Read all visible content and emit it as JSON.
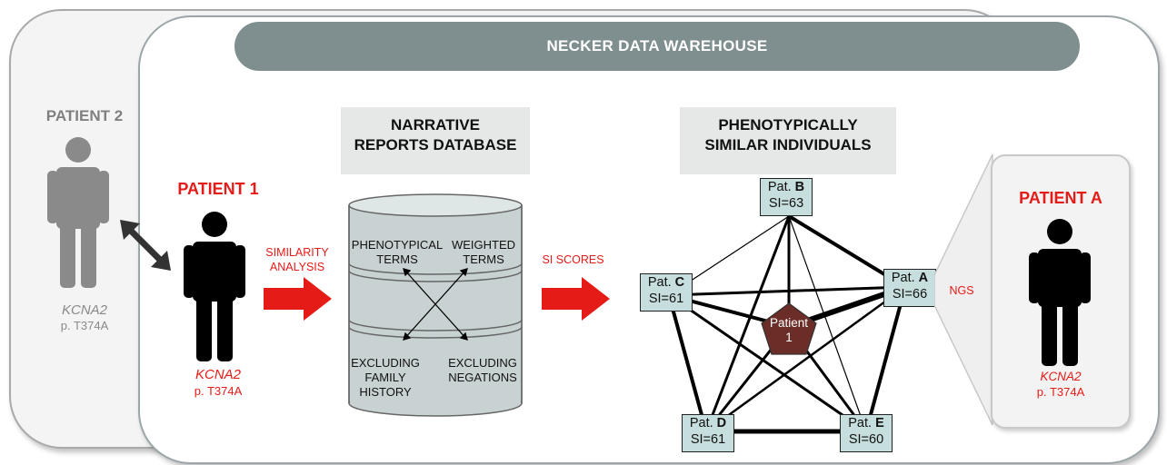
{
  "banner": {
    "title": "NECKER DATA WAREHOUSE"
  },
  "patient2": {
    "label": "PATIENT 2",
    "gene": "KCNA2",
    "mutation": "p. T374A"
  },
  "patient1": {
    "label": "PATIENT 1",
    "gene": "KCNA2",
    "mutation": "p. T374A"
  },
  "similarity_arrow": {
    "line1": "SIMILARITY",
    "line2": "ANALYSIS"
  },
  "database": {
    "header_line1": "NARRATIVE",
    "header_line2": "REPORTS DATABASE",
    "phenotypical_line1": "PHENOTYPICAL",
    "phenotypical_line2": "TERMS",
    "weighted_line1": "WEIGHTED",
    "weighted_line2": "TERMS",
    "excl_family_line1": "EXCLUDING",
    "excl_family_line2": "FAMILY",
    "excl_family_line3": "HISTORY",
    "excl_neg_line1": "EXCLUDING",
    "excl_neg_line2": "NEGATIONS"
  },
  "si_scores_arrow": {
    "label": "SI SCORES"
  },
  "similar": {
    "header_line1": "PHENOTYPICALLY",
    "header_line2": "SIMILAR INDIVIDUALS",
    "center_line1": "Patient",
    "center_line2": "1",
    "nodes": [
      {
        "prefix": "Pat.",
        "letter": "B",
        "si": "SI=63"
      },
      {
        "prefix": "Pat.",
        "letter": "A",
        "si": "SI=66"
      },
      {
        "prefix": "Pat.",
        "letter": "E",
        "si": "SI=60"
      },
      {
        "prefix": "Pat.",
        "letter": "D",
        "si": "SI=61"
      },
      {
        "prefix": "Pat.",
        "letter": "C",
        "si": "SI=61"
      }
    ]
  },
  "ngs": {
    "label": "NGS"
  },
  "patientA": {
    "label": "PATIENT A",
    "gene": "KCNA2",
    "mutation": "p. T374A"
  },
  "colors": {
    "red": "#e51b17",
    "node_fill": "#c6dedd",
    "center_fill": "#6b2d27",
    "banner": "#7f8f8f"
  }
}
